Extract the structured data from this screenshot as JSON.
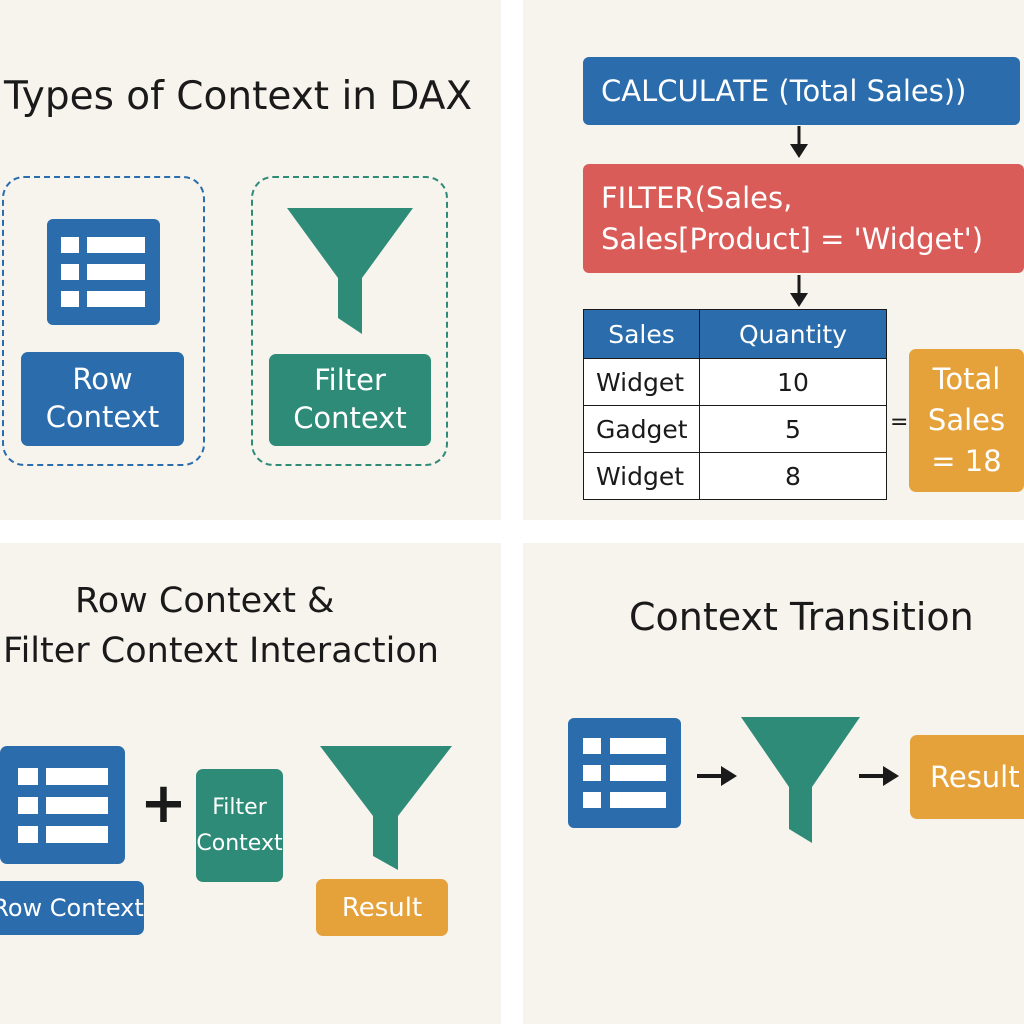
{
  "panel1": {
    "title": "Types of Context in DAX",
    "row_label_1": "Row",
    "row_label_2": "Context",
    "filter_label_1": "Filter",
    "filter_label_2": "Context"
  },
  "panel2": {
    "calculate_text": "CALCULATE (Total  Sales))",
    "filter_line_1": "FILTER(Sales,",
    "filter_line_2": "Sales[Product] = 'Widget')",
    "table": {
      "headers": [
        "Sales",
        "Quantity"
      ],
      "rows": [
        {
          "product": "Widget",
          "quantity": "10"
        },
        {
          "product": "Gadget",
          "quantity": "5"
        },
        {
          "product": "Widget",
          "quantity": "8"
        }
      ]
    },
    "equals": "=",
    "result_line_1": "Total",
    "result_line_2": "Sales",
    "result_line_3": "= 18"
  },
  "panel3": {
    "title_line_1": "Row Context &",
    "title_line_2": "Filter Context Interaction",
    "plus": "+",
    "filter_label_1": "Filter",
    "filter_label_2": "Context",
    "row_context_label": "Row Context",
    "result_label": "Result"
  },
  "panel4": {
    "title": "Context Transition",
    "result_label": "Result"
  },
  "colors": {
    "blue": "#2a6cac",
    "teal": "#2e8b77",
    "red": "#d95c58",
    "orange": "#e6a23a",
    "background": "#f7f4ee"
  },
  "icons": [
    "table-icon",
    "funnel-icon",
    "arrow-down-icon",
    "arrow-right-icon"
  ]
}
